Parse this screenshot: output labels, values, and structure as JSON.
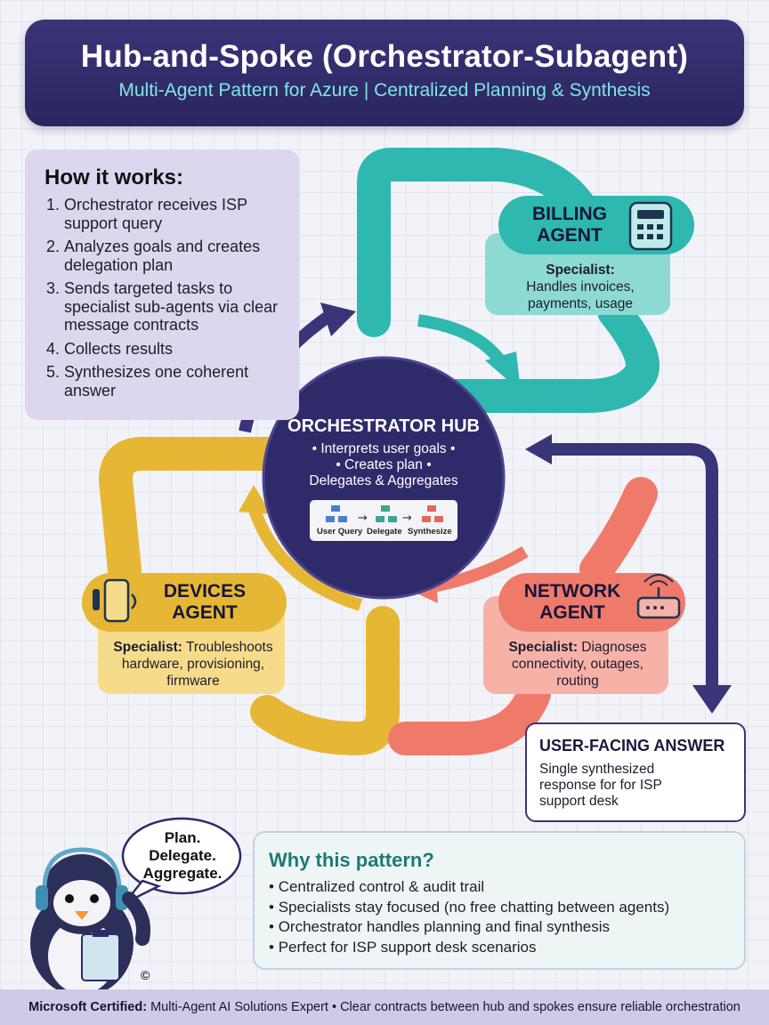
{
  "header": {
    "title": "Hub-and-Spoke (Orchestrator-Subagent)",
    "subtitle": "Multi-Agent Pattern for Azure | Centralized Planning & Synthesis"
  },
  "how_it_works": {
    "heading": "How it works:",
    "steps": [
      "Orchestrator receives ISP support query",
      "Analyzes goals and creates delegation plan",
      "Sends targeted tasks to specialist sub-agents via clear message contracts",
      "Collects results",
      "Synthesizes one coherent answer"
    ]
  },
  "hub": {
    "title": "ORCHESTRATOR HUB",
    "lines": [
      "• Interprets user goals •",
      "• Creates plan •",
      "Delegates & Aggregates"
    ],
    "flow": [
      "User Query",
      "Delegate",
      "Synthesize"
    ]
  },
  "agents": {
    "billing": {
      "title_1": "BILLING",
      "title_2": "AGENT",
      "specialist_label": "Specialist:",
      "description": "Handles invoices, payments, usage",
      "icon": "calculator-icon",
      "color": "#2eb8b0"
    },
    "devices": {
      "title_1": "DEVICES",
      "title_2": "AGENT",
      "specialist_label": "Specialist:",
      "description": "Troubleshoots hardware, provisioning, firmware",
      "icon": "smartphone-icon",
      "color": "#e6b735"
    },
    "network": {
      "title_1": "NETWORK",
      "title_2": "AGENT",
      "specialist_label": "Specialist:",
      "description": "Diagnoses connectivity, outages, routing",
      "icon": "router-icon",
      "color": "#f07a6a"
    }
  },
  "answer": {
    "title": "USER-FACING ANSWER",
    "description": "Single synthesized response for for ISP support desk",
    "icon": "support-agent-icon"
  },
  "why": {
    "heading": "Why this pattern?",
    "points": [
      "Centralized control & audit trail",
      "Specialists stay focused (no free chatting between agents)",
      "Orchestrator handles planning and final synthesis",
      "Perfect for ISP support desk scenarios"
    ]
  },
  "mascot": {
    "bubble": [
      "Plan.",
      "Delegate.",
      "Aggregate."
    ],
    "icon": "penguin-mascot-icon",
    "copyright": "©"
  },
  "footer": {
    "bold": "Microsoft Certified:",
    "rest": " Multi-Agent AI Solutions Expert • Clear contracts between hub and spokes ensure reliable orchestration"
  }
}
